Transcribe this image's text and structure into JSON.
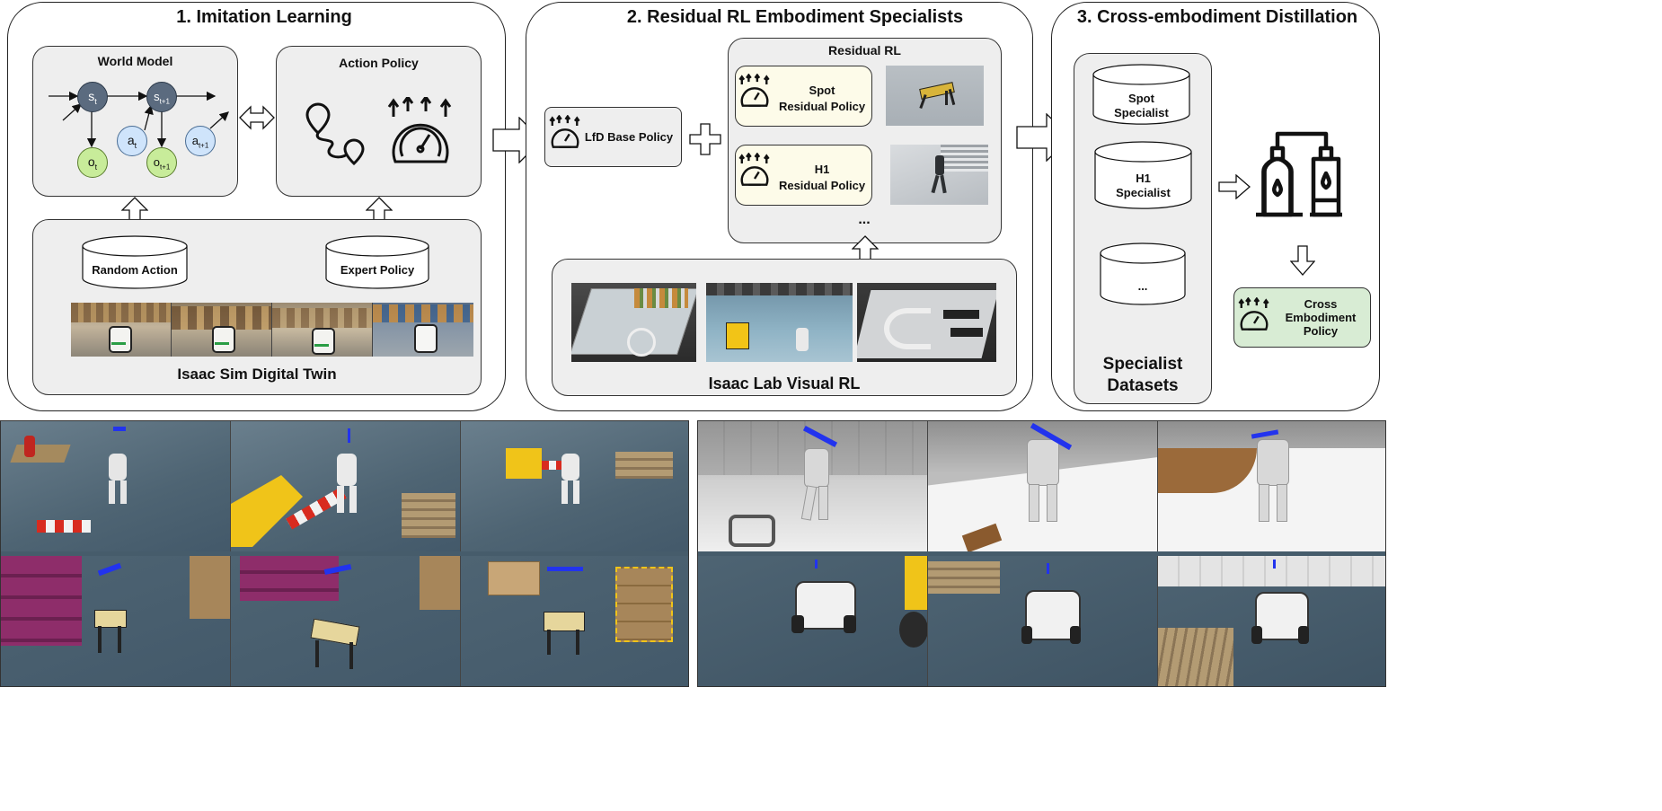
{
  "sections": {
    "imitation": {
      "title": "1. Imitation Learning",
      "world_model": {
        "title": "World Model",
        "nodes": {
          "st": "s",
          "st_sub": "t",
          "st1": "s",
          "st1_sub": "t+1",
          "at": "a",
          "at_sub": "t",
          "ot": "o",
          "ot_sub": "t",
          "ot1": "o",
          "ot1_sub": "t+1",
          "at1": "a",
          "at1_sub": "t+1"
        }
      },
      "action_policy": {
        "title": "Action Policy"
      },
      "data_sources": {
        "random": "Random Action",
        "expert": "Expert Policy",
        "title": "Isaac Sim Digital Twin"
      }
    },
    "residual": {
      "title": "2. Residual RL Embodiment Specialists",
      "base_policy": "LfD Base Policy",
      "residual_rl": {
        "title": "Residual RL",
        "spot": {
          "line1": "Spot",
          "line2": "Residual Policy"
        },
        "h1": {
          "line1": "H1",
          "line2": "Residual Policy"
        },
        "more": "..."
      },
      "visual_rl": "Isaac Lab Visual RL"
    },
    "distill": {
      "title": "3. Cross-embodiment Distillation",
      "datasets": {
        "spot": {
          "line1": "Spot",
          "line2": "Specialist"
        },
        "h1": {
          "line1": "H1",
          "line2": "Specialist"
        },
        "more": "...",
        "title_line1": "Specialist",
        "title_line2": "Datasets"
      },
      "output": {
        "line1": "Cross",
        "line2": "Embodiment",
        "line3": "Policy"
      }
    }
  },
  "colors": {
    "state_node": "#5b6b7f",
    "action_node": "#cfe4fb",
    "obs_node": "#c8ec9a",
    "output_box": "#d8ecd4",
    "card": "#fdfbe9",
    "panel": "#eeeeee",
    "floor": "#465c6b",
    "direction_arrow": "#2233ee"
  },
  "icons": [
    "policy-gauge-icon",
    "route-icon",
    "distillation-apparatus-icon",
    "hollow-arrow-icon",
    "plus-icon"
  ]
}
